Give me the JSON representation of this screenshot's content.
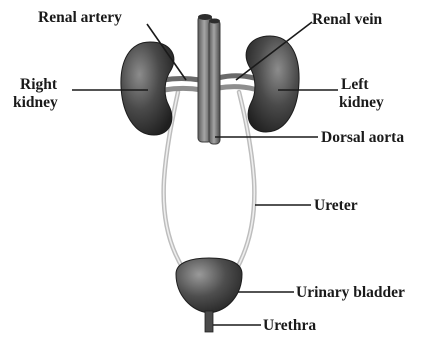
{
  "labels": {
    "renal_artery": "Renal artery",
    "renal_vein": "Renal vein",
    "right_kidney_line1": "Right",
    "right_kidney_line2": "kidney",
    "left_kidney_line1": "Left",
    "left_kidney_line2": "kidney",
    "dorsal_aorta": "Dorsal aorta",
    "ureter": "Ureter",
    "urinary_bladder": "Urinary bladder",
    "urethra": "Urethra"
  },
  "colors": {
    "organ_dark": "#3a3a3a",
    "vessel_gray": "#9a9a9a",
    "ureter_gray": "#cfcfcf",
    "label_text": "#1a1a1a"
  }
}
